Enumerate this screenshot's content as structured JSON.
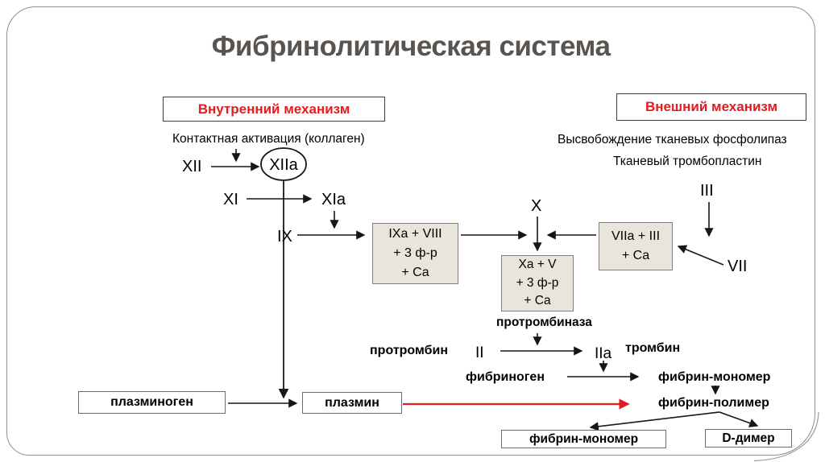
{
  "title": "Фибринолитическая система",
  "colors": {
    "title_gray": "#595450",
    "accent_red": "#e41b1f",
    "complex_box_fill": "#e9e5da",
    "box_border_gray": "#7f7f7f",
    "line_black": "#161616",
    "frame_gray": "#8e8e8e"
  },
  "mechanisms": {
    "internal": "Внутренний механизм",
    "external": "Внешний механизм"
  },
  "notes": {
    "contact_activation": "Контактная активация (коллаген)",
    "phospholipase_release": "Высвобождение тканевых фосфолипаз",
    "tissue_thromboplastin": "Тканевый тромбопластин",
    "prothrombinase": "протромбиназа",
    "prothrombin": "протромбин",
    "thrombin": "тромбин",
    "fibrinogen": "фибриноген",
    "fibrin_monomer": "фибрин-мономер",
    "fibrin_polymer": "фибрин-полимер"
  },
  "factors": {
    "xii": "XII",
    "xiia": "XIIa",
    "xi": "XI",
    "xia": "XIa",
    "ix": "IX",
    "x": "X",
    "iii": "III",
    "vii": "VII",
    "ii": "II",
    "iia": "IIa"
  },
  "complexes": {
    "ixa_viii": [
      "IXa + VIII",
      "+ 3 ф-р",
      "+ Ca"
    ],
    "xa_v": [
      "Xa + V",
      "+ 3 ф-р",
      "+ Ca"
    ],
    "viia_iii": [
      "VIIa + III",
      "+ Ca"
    ]
  },
  "boxes": {
    "plasminogen": "плазминоген",
    "plasmin": "плазмин",
    "fibrin_monomer": "фибрин-мономер",
    "d_dimer": "D-димер"
  }
}
